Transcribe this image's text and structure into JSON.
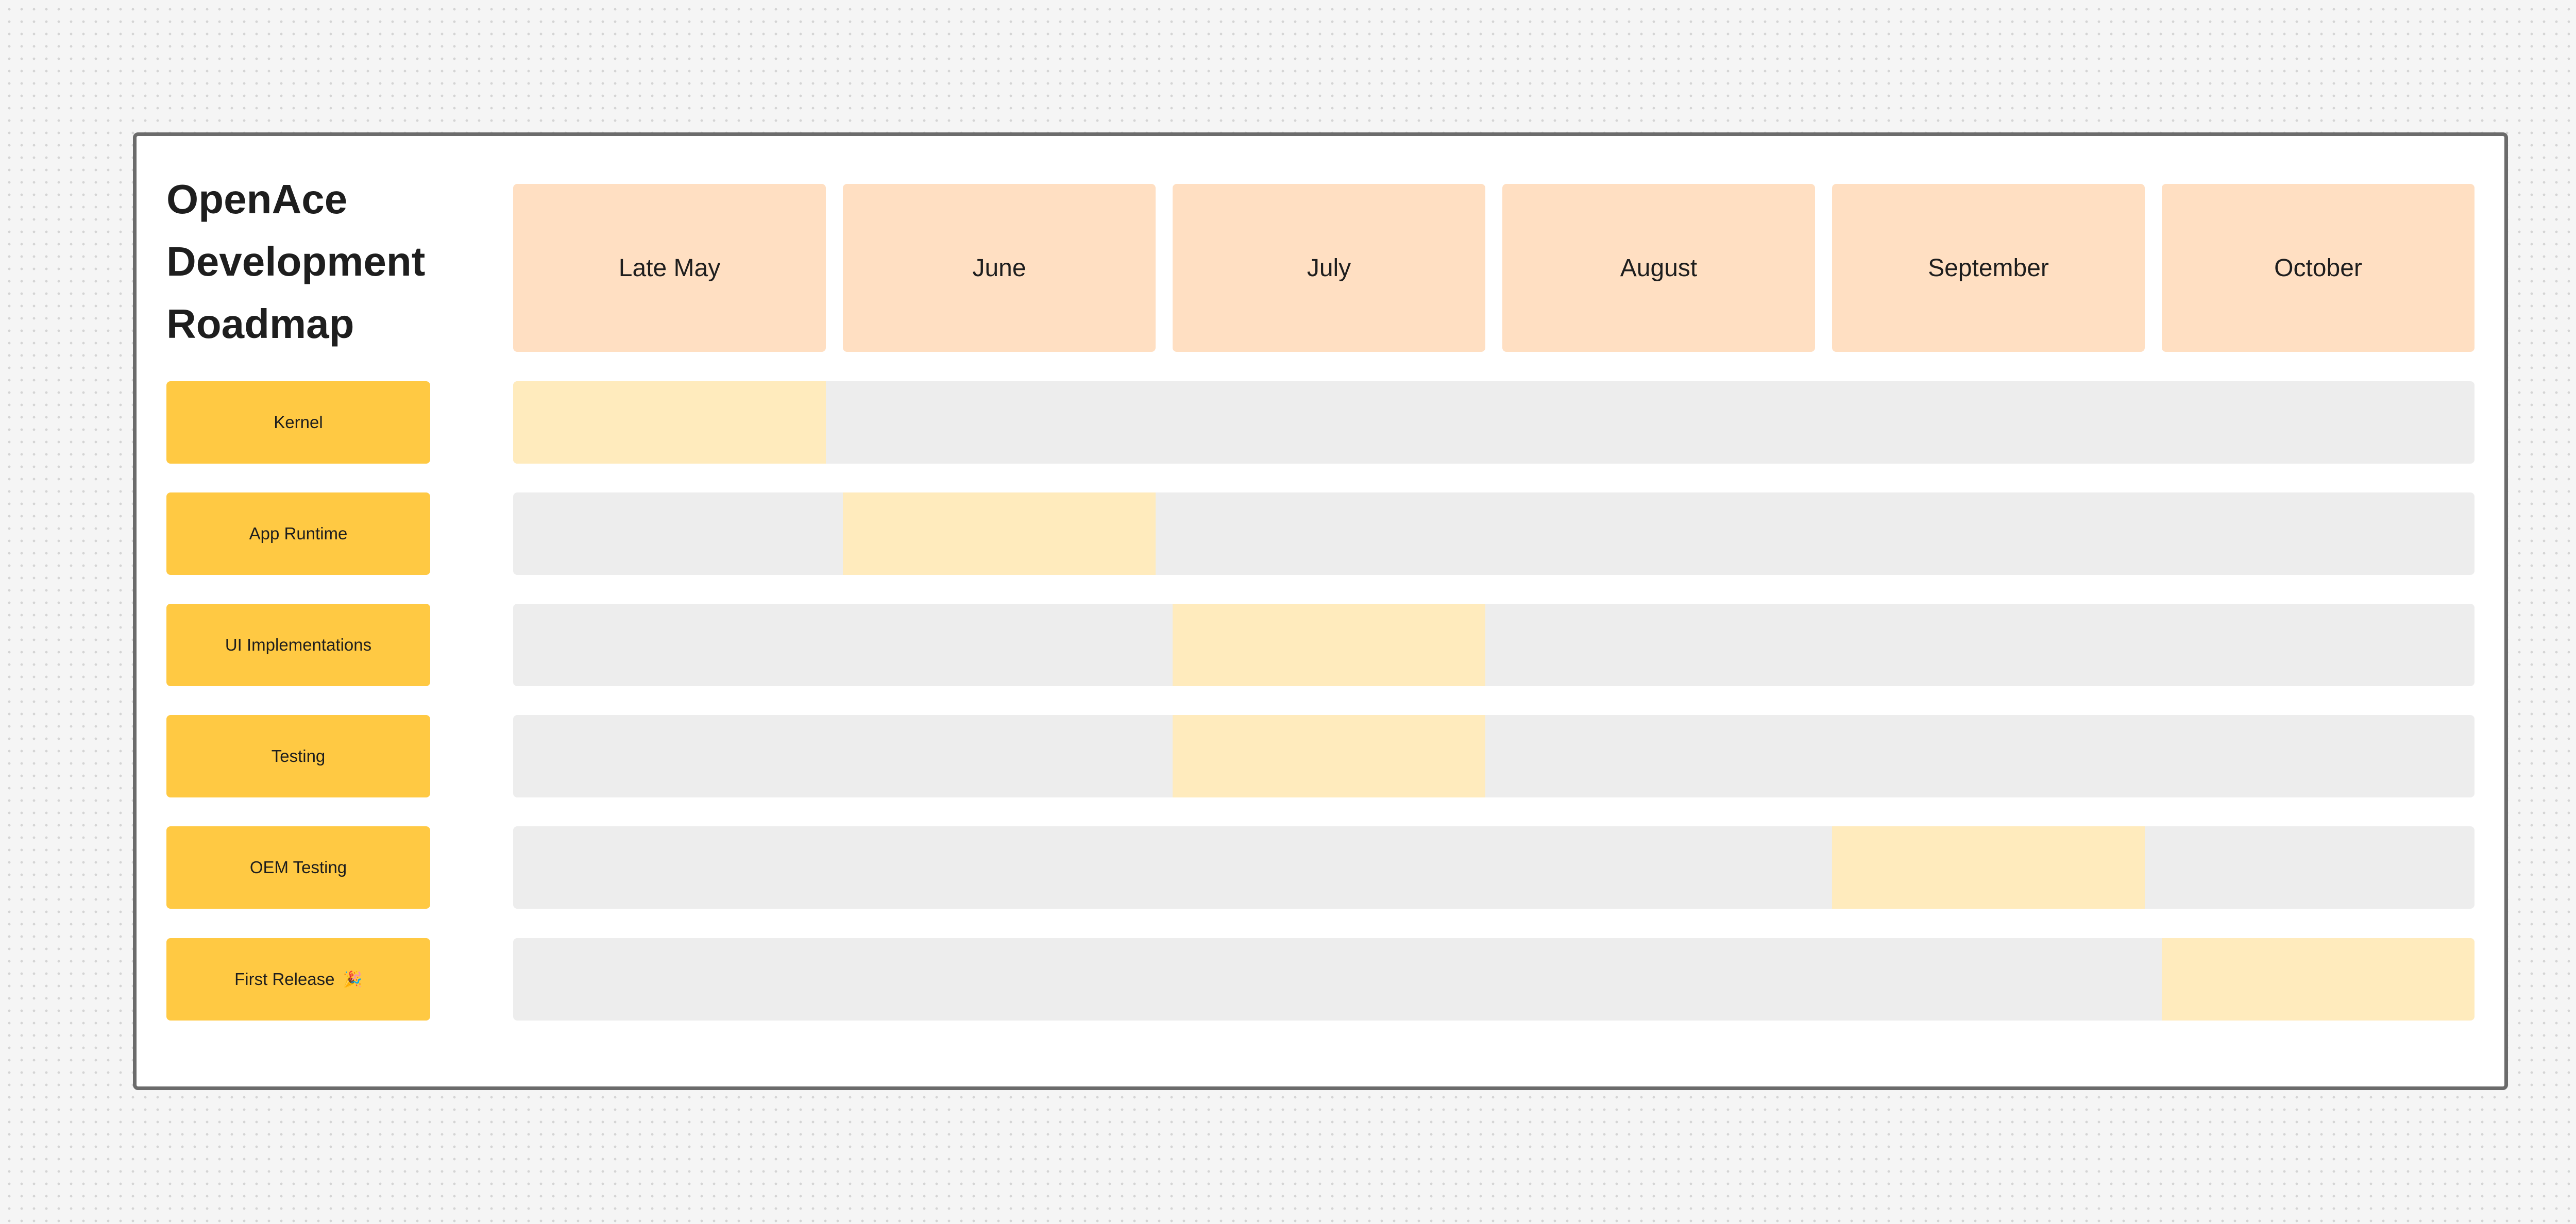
{
  "title_lines": [
    "OpenAce",
    "Development",
    "Roadmap"
  ],
  "months": [
    "Late May",
    "June",
    "July",
    "August",
    "September",
    "October"
  ],
  "tasks": [
    {
      "label": "Kernel",
      "month": "Late May"
    },
    {
      "label": "App Runtime",
      "month": "June"
    },
    {
      "label": "UI Implementations",
      "month": "July"
    },
    {
      "label": "Testing",
      "month": "July"
    },
    {
      "label": "OEM Testing",
      "month": "September"
    },
    {
      "label": "First Release",
      "emoji": "🎉",
      "month": "October"
    }
  ],
  "colors": {
    "background": "#f5f5f5",
    "frame_border": "#6b6b6b",
    "month_header": "#ffdfc2",
    "task_label": "#ffc943",
    "track": "#ededed",
    "bar": "#ffebbd"
  }
}
